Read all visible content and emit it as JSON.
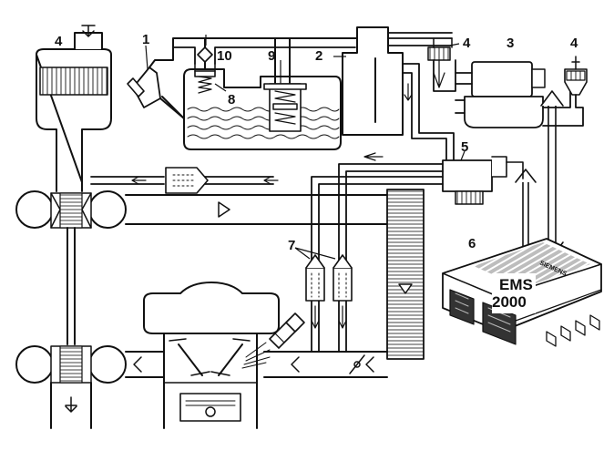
{
  "callouts": {
    "c1": "1",
    "c2": "2",
    "c3": "3",
    "c4a": "4",
    "c4b": "4",
    "c4c": "4",
    "c5": "5",
    "c6": "6",
    "c7": "7",
    "c8": "8",
    "c9": "9",
    "c10": "10"
  },
  "ecu": {
    "line1": "EMS",
    "line2": "2000",
    "brand": "SIEMENS"
  },
  "colors": {
    "line": "#111111",
    "fill": "#ffffff",
    "shade": "#9a9a9a",
    "light_shade": "#cfcfcf"
  }
}
